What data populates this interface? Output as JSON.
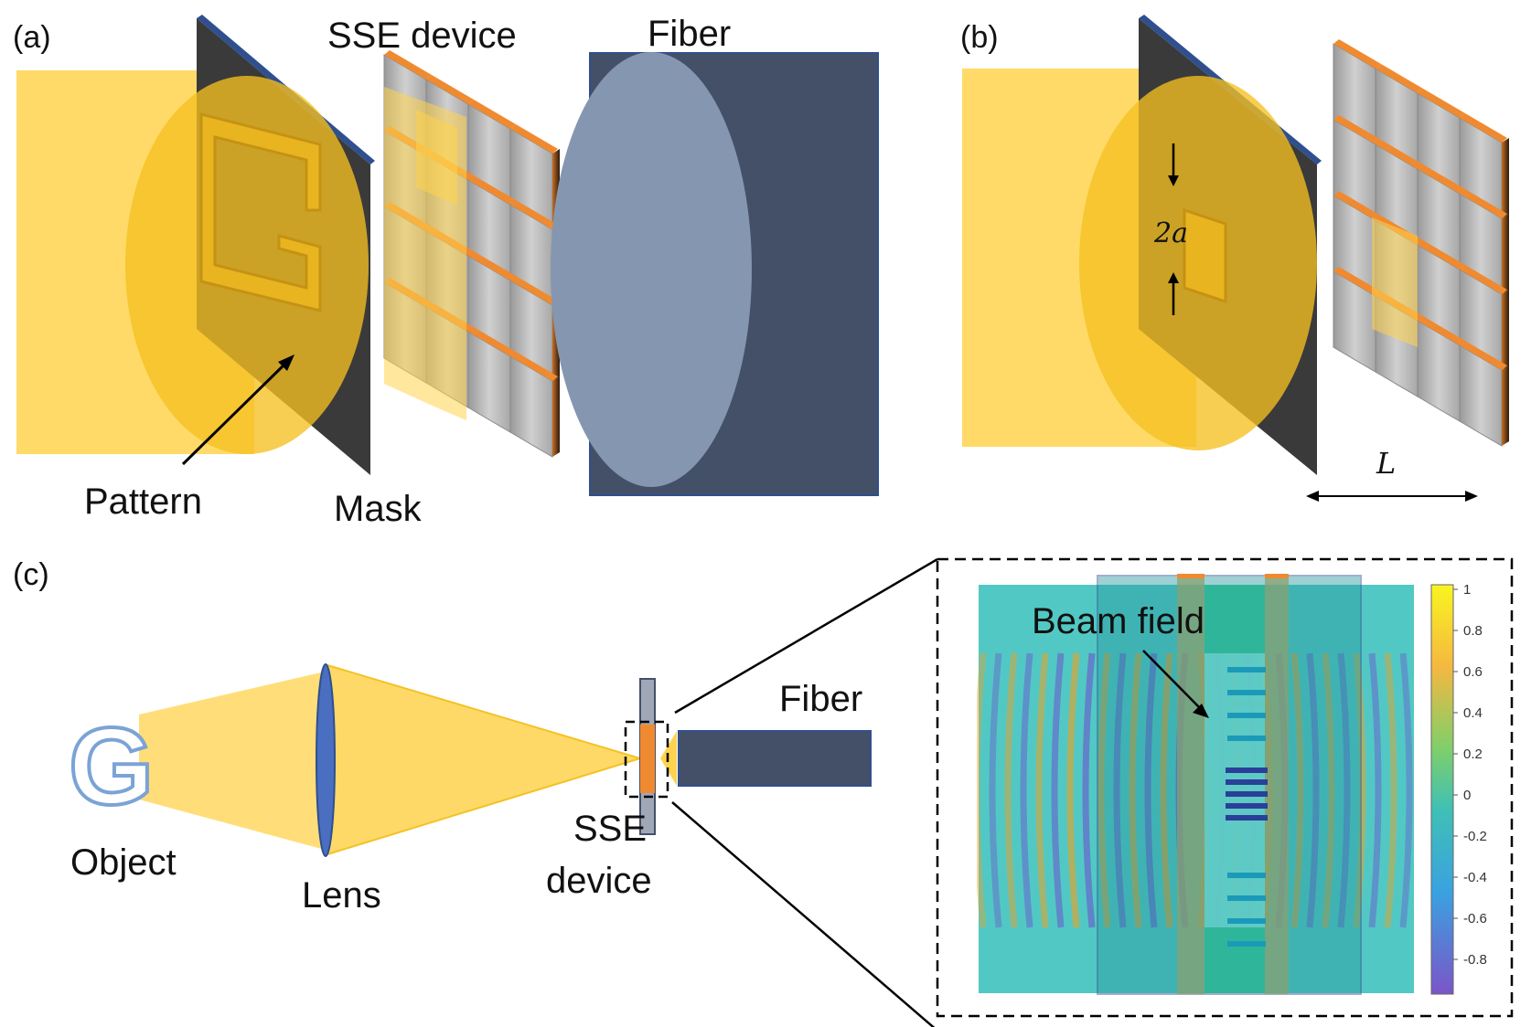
{
  "panels": {
    "a": {
      "tag": "(a)",
      "device_label": "SSE device",
      "fiber_label": "Fiber",
      "pattern_label": "Pattern",
      "mask_label": "Mask"
    },
    "b": {
      "tag": "(b)",
      "aperture_label": "2a",
      "period_label": "L"
    },
    "c": {
      "tag": "(c)",
      "object_label": "Object",
      "object_glyph": "G",
      "lens_label": "Lens",
      "device_label_line1": "SSE",
      "device_label_line2": "device",
      "fiber_label": "Fiber",
      "inset_label": "Beam field",
      "colorbar_ticks": [
        "1",
        "0.8",
        "0.6",
        "0.4",
        "0.2",
        "0",
        "-0.2",
        "-0.4",
        "-0.6",
        "-0.8"
      ]
    }
  },
  "colors": {
    "beam": "#ffd24d",
    "mask": "#3a3a3a",
    "mask_edge": "#2f4f8f",
    "tile": "#b8b8b8",
    "tile_top": "#f08a30",
    "fiber_core": "#8596b0",
    "fiber_body": "#445068",
    "lens": "#4a6fc0",
    "field_bg": "#52c8c4",
    "sse_orange": "#f08a30"
  }
}
